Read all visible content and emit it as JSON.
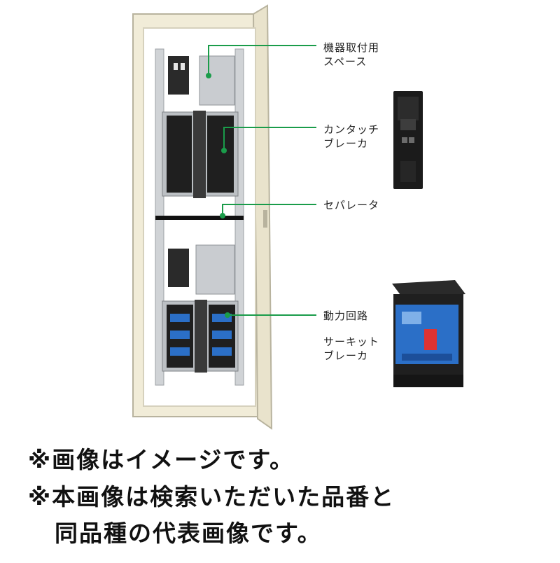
{
  "labels": {
    "equipment_space": [
      "機器取付用",
      "スペース"
    ],
    "touch_breaker": [
      "カンタッチ",
      "ブレーカ"
    ],
    "separator": "セパレータ",
    "power_circuit": "動力回路",
    "circuit_breaker": [
      "サーキット",
      "ブレーカ"
    ]
  },
  "notes": [
    "※画像はイメージです。",
    "※本画像は検索いただいた品番と",
    "同品種の代表画像です。"
  ],
  "colors": {
    "leader_green": "#1a9c4a",
    "cabinet_cream": "#efe9d4",
    "backplate_gray": "#c9ccd0",
    "breaker_black": "#1b1b1b",
    "breaker_blue": "#2b6fc7"
  }
}
